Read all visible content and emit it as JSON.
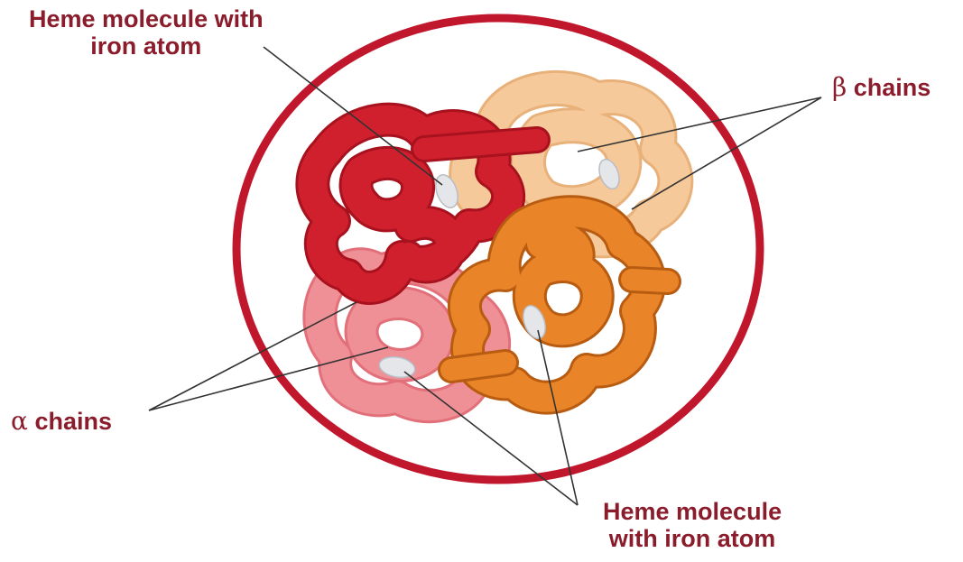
{
  "labels": {
    "heme_top": {
      "line1": "Heme molecule with",
      "line2": "iron atom"
    },
    "beta": {
      "symbol": "β",
      "text": "chains"
    },
    "alpha": {
      "symbol": "α",
      "text": "chains"
    },
    "heme_bottom": {
      "line1": "Heme molecule",
      "line2": "with iron atom"
    }
  },
  "colors": {
    "cell_outline": "#c0172c",
    "alpha_chain_dark": "#d0202e",
    "alpha_chain_light": "#e98088",
    "beta_chain_light": "#f6c99a",
    "beta_chain_dark": "#e98528",
    "heme": "#e4e6ea",
    "label_text": "#8a1c2b",
    "leader_line": "#333333"
  }
}
